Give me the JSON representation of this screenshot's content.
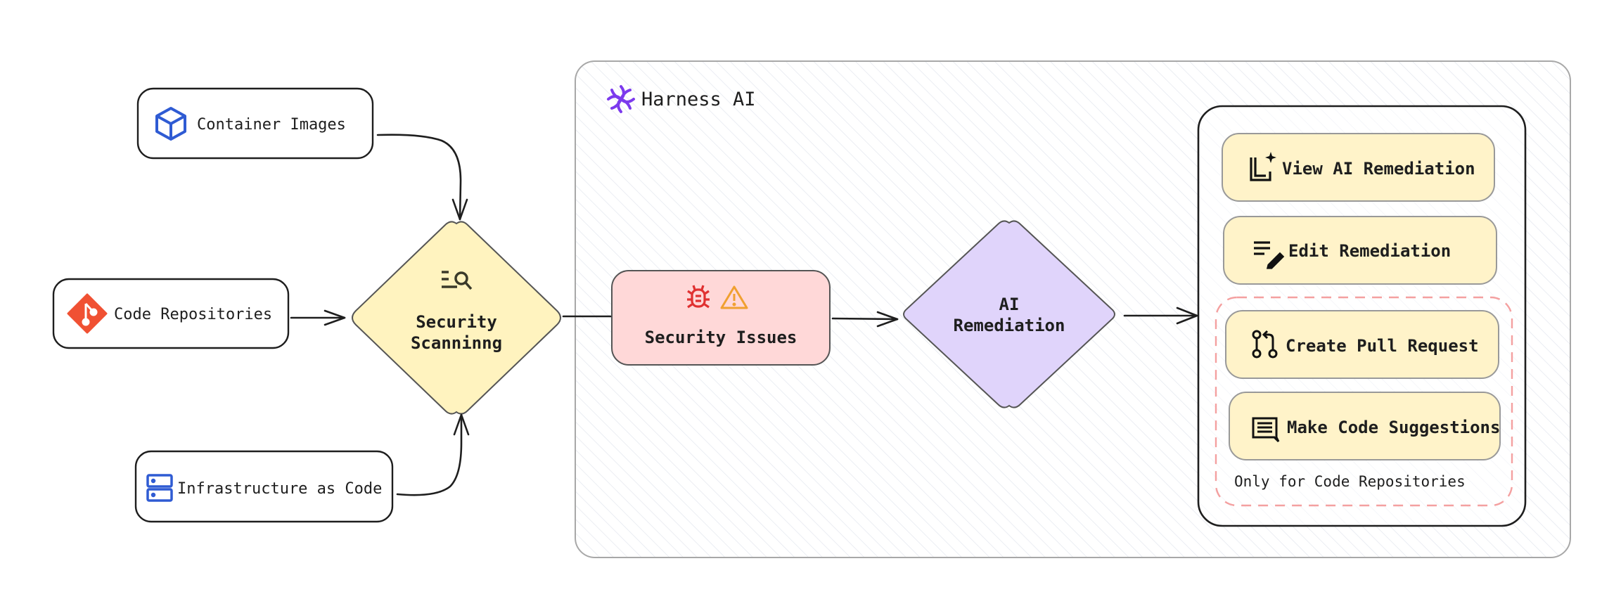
{
  "sources": [
    {
      "label": "Container Images",
      "icon": "cube-icon",
      "icon_color": "#2f5bd3"
    },
    {
      "label": "Code Repositories",
      "icon": "git-icon",
      "icon_color": "#f05133"
    },
    {
      "label": "Infrastructure as Code",
      "icon": "server-icon",
      "icon_color": "#2f5bd3"
    }
  ],
  "scanning": {
    "line1": "Security",
    "line2": "Scanninng",
    "icon": "scan-search-icon",
    "fill": "#fff3bf"
  },
  "group": {
    "title": "Harness AI",
    "logo_color": "#7c3aed"
  },
  "issues": {
    "label": "Security Issues",
    "icons": [
      "bug-icon",
      "warning-icon"
    ],
    "fill": "#ffd8d8",
    "bug_color": "#e03131",
    "warning_color": "#f0a030"
  },
  "remediation": {
    "line1": "AI",
    "line2": "Remediation",
    "fill": "#e0d4fb"
  },
  "actions": [
    {
      "label": "View AI Remediation",
      "icon": "ai-document-icon"
    },
    {
      "label": "Edit Remediation",
      "icon": "edit-list-icon"
    },
    {
      "label": "Create Pull Request",
      "icon": "pull-request-icon"
    },
    {
      "label": "Make Code Suggestions",
      "icon": "comment-icon"
    }
  ],
  "code_only_note": "Only for Code Repositories",
  "colors": {
    "action_fill": "#fff3c9",
    "dashed": "#f4a0a0"
  }
}
